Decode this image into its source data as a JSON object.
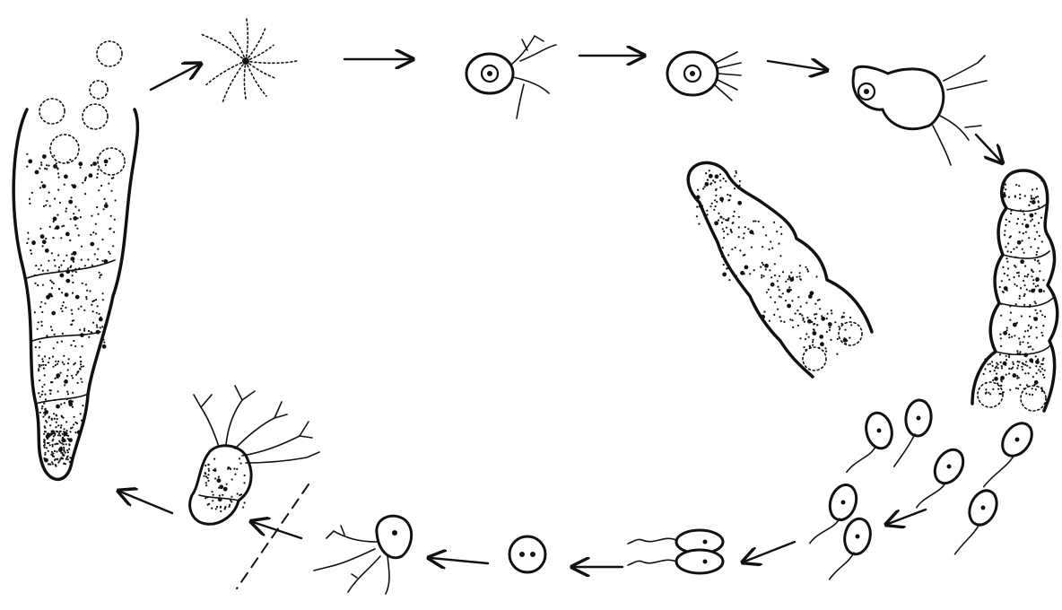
{
  "diagram": {
    "kind": "life-cycle illustration",
    "ink_color": "#111111",
    "paper_color": "#ffffff",
    "stages": [
      "spores-released",
      "amoeboid-spore",
      "cyst-with-rhizoids",
      "cyst-with-flagella-roots",
      "germinating-thallus",
      "segmented-thallus-upright",
      "segmented-thallus-tilted",
      "zoospores-swarm",
      "paired-gametes",
      "zygote",
      "young-rhizoid-cell",
      "branched-rhizoid-thallus",
      "mature-sporangium-thallus"
    ],
    "arrow_count": 11,
    "texts": []
  }
}
